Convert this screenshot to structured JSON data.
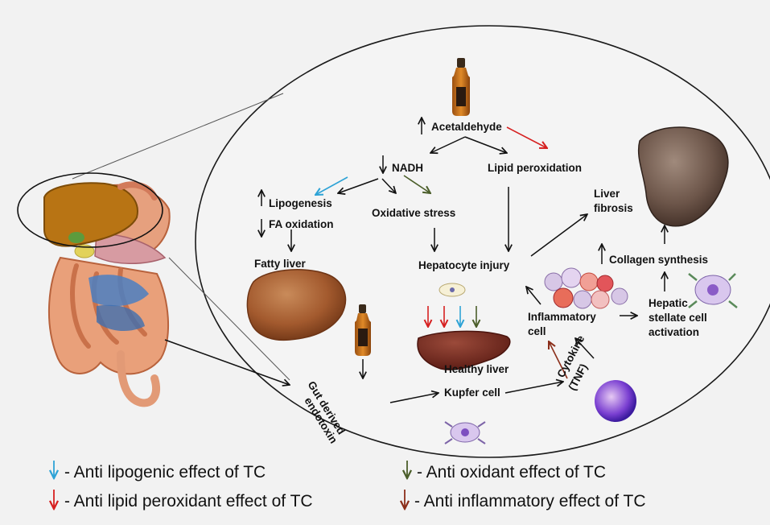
{
  "diagram": {
    "nodes": {
      "acetaldehyde": "Acetaldehyde",
      "nadh": "NADH",
      "lipid_peroxidation": "Lipid peroxidation",
      "lipogenesis": "Lipogenesis",
      "fa_oxidation": "FA oxidation",
      "oxidative_stress": "Oxidative stress",
      "liver_fibrosis_1": "Liver",
      "liver_fibrosis_2": "fibrosis",
      "fatty_liver": "Fatty liver",
      "hepatocyte_injury": "Hepatocyte injury",
      "collagen_synthesis": "Collagen synthesis",
      "inflammatory_cell_1": "Inflammatory",
      "inflammatory_cell_2": "cell",
      "hepatic_stellate_1": "Hepatic",
      "hepatic_stellate_2": "stellate cell",
      "hepatic_stellate_3": "activation",
      "healthy_liver": "Healthy  liver",
      "cytokine_1": "Cytokine",
      "cytokine_2": "(TNF)",
      "gut_endotoxin_1": "Gut derived",
      "gut_endotoxin_2": "endotoxin",
      "kupfer_cell": "Kupfer cell"
    }
  },
  "legend": {
    "anti_lipogenic": "- Anti lipogenic effect of TC",
    "anti_oxidant": "- Anti oxidant effect of TC",
    "anti_lipid_peroxidant": "- Anti lipid peroxidant effect of TC",
    "anti_inflammatory": "- Anti inflammatory effect of TC"
  },
  "colors": {
    "anti_lipogenic": "#2ea3d6",
    "anti_oxidant": "#4b5e2a",
    "anti_lipid_peroxidant": "#d62020",
    "anti_inflammatory": "#8b2e1a",
    "generic_arrow": "#111111"
  }
}
